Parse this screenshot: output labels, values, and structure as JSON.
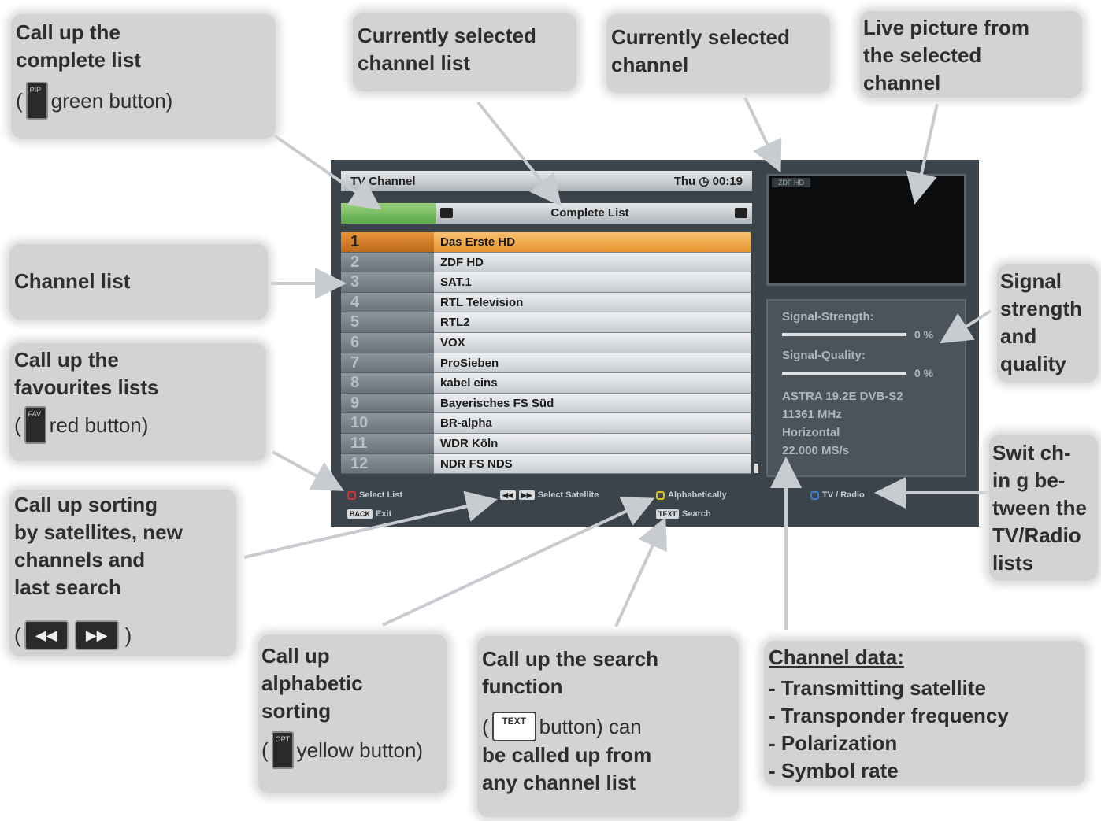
{
  "callouts": {
    "complete_list": {
      "text": "Call up the\ncomplete list",
      "button_icon": "PIP",
      "button_text": "green button)"
    },
    "channel_list_selected": {
      "text": "Currently selected\nchannel list"
    },
    "channel_selected": {
      "text": "Currently selected\nchannel"
    },
    "live_picture": {
      "text": "Live picture from\nthe selected\nchannel"
    },
    "channel_list": {
      "text": "Channel list"
    },
    "favourites": {
      "text": "Call up the\nfavourites lists",
      "button_icon": "FAV",
      "button_text": "red button)"
    },
    "sorting": {
      "text": "Call up sorting\nby satellites, new\nchannels and\nlast search",
      "rew": "◀◀",
      "ffw": "▶▶"
    },
    "signal": {
      "text": "Signal\nstrength\nand\nquality"
    },
    "switching": {
      "text": "Swit ch-\nin g be-\ntween the\nTV/Radio\nlists"
    },
    "alphabetic": {
      "text": "Call up\nalphabetic\nsorting",
      "button_icon": "OPT",
      "button_text": "yellow button)"
    },
    "search": {
      "text_top": "Call up the search\nfunction",
      "button_icon": "TEXT",
      "button_text": "button) can",
      "text_bottom": "be called up from\nany channel list"
    },
    "channel_data": {
      "title": "Channel data:",
      "items": [
        "- Transmitting satellite",
        "- Transponder frequency",
        "- Polarization",
        "- Symbol rate"
      ]
    }
  },
  "tv": {
    "header_title": "TV Channel",
    "header_time": "Thu ◷  00:19",
    "list_title": "Complete List",
    "channels": [
      {
        "num": "1",
        "name": "Das Erste HD"
      },
      {
        "num": "2",
        "name": "ZDF HD"
      },
      {
        "num": "3",
        "name": "SAT.1"
      },
      {
        "num": "4",
        "name": "RTL Television"
      },
      {
        "num": "5",
        "name": "RTL2"
      },
      {
        "num": "6",
        "name": "VOX"
      },
      {
        "num": "7",
        "name": "ProSieben"
      },
      {
        "num": "8",
        "name": "kabel eins"
      },
      {
        "num": "9",
        "name": "Bayerisches FS Süd"
      },
      {
        "num": "10",
        "name": "BR-alpha"
      },
      {
        "num": "11",
        "name": "WDR Köln"
      },
      {
        "num": "12",
        "name": "NDR FS NDS"
      }
    ],
    "preview_channel": "ZDF HD",
    "signal_strength_label": "Signal-Strength:",
    "signal_strength_value": "0 %",
    "signal_quality_label": "Signal-Quality:",
    "signal_quality_value": "0 %",
    "sat_info": "ASTRA 19.2E  DVB-S2",
    "frequency": "11361 MHz",
    "polarization": "Horizontal",
    "symbol_rate": "22.000 MS/s",
    "footer": {
      "select_list": "Select List",
      "select_satellite": "Select Satellite",
      "alphabetically": "Alphabetically",
      "tv_radio": "TV / Radio",
      "back_tag": "BACK",
      "exit": "Exit",
      "text_tag": "TEXT",
      "search": "Search"
    },
    "colors": {
      "selected": "#e99632",
      "green": "#5aa84a",
      "red": "#cc3333",
      "yellow": "#d8c21a",
      "blue": "#3a7fc8"
    }
  }
}
